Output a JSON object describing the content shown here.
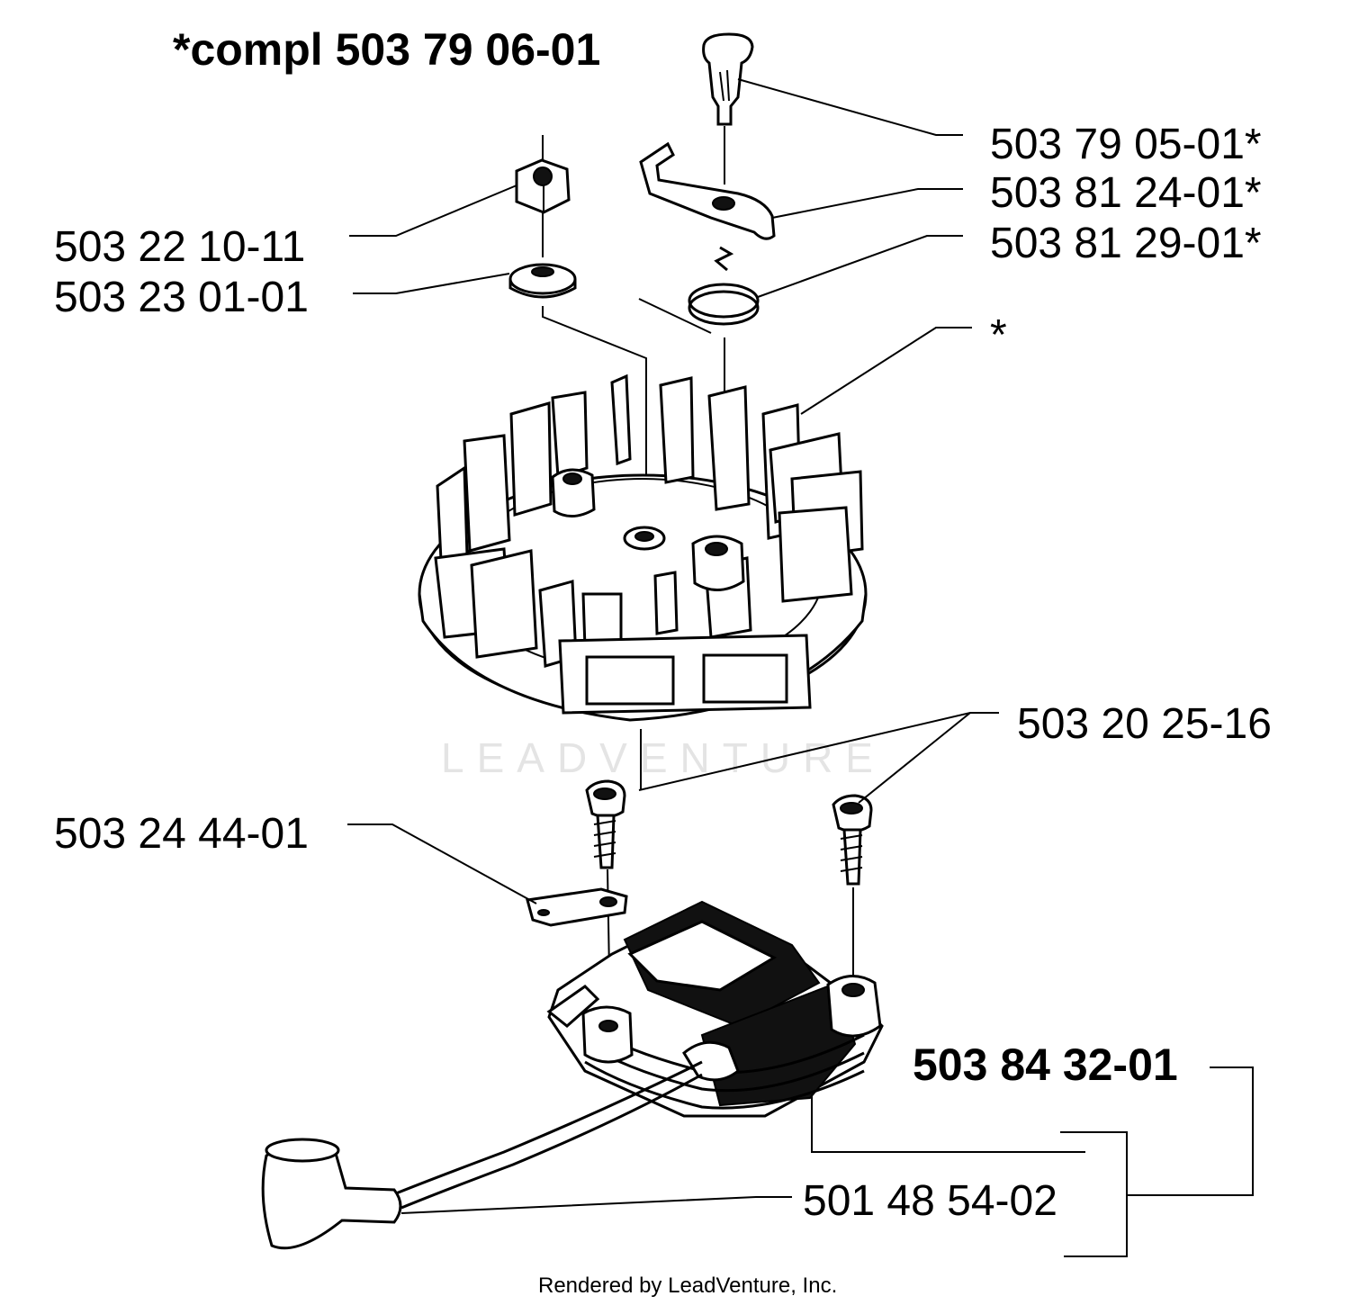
{
  "title": "*compl 503 79 06-01",
  "watermark": "LEADVENTURE",
  "footer": "Rendered by LeadVenture, Inc.",
  "colors": {
    "ink": "#000000",
    "background": "#ffffff",
    "watermark": "#e4e4e4"
  },
  "labels": {
    "pawl_pin": "503 79 05-01*",
    "pawl": "503 81 24-01*",
    "spring": "503 81 29-01*",
    "flywheel": "*",
    "nut": "503 22 10-11",
    "washer": "503 23 01-01",
    "screws": "503 20 25-16",
    "terminal": "503 24 44-01",
    "ignition_module": "503 84 32-01",
    "ignition_lead": "501 48 54-02"
  }
}
